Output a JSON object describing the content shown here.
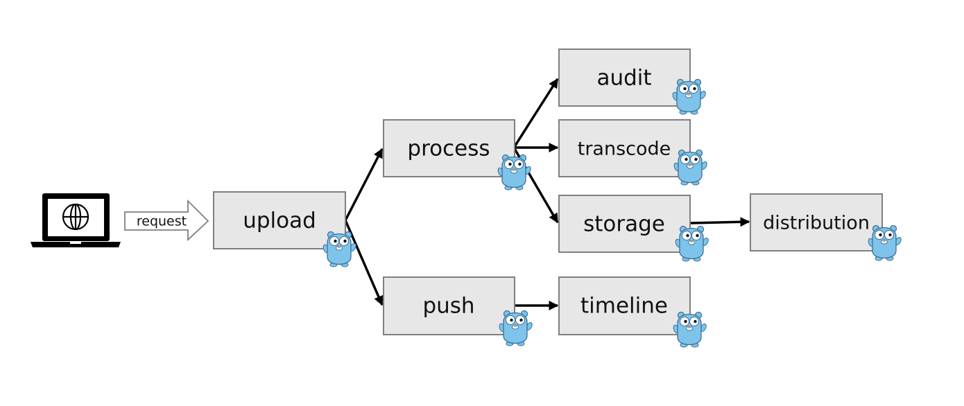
{
  "client": {
    "icon": "laptop-globe-icon"
  },
  "request": {
    "label": "request"
  },
  "nodes": {
    "upload": "upload",
    "process": "process",
    "push": "push",
    "audit": "audit",
    "transcode": "transcode",
    "storage": "storage",
    "timeline": "timeline",
    "distribution": "distribution"
  },
  "edges": [
    [
      "upload",
      "process"
    ],
    [
      "upload",
      "push"
    ],
    [
      "process",
      "audit"
    ],
    [
      "process",
      "transcode"
    ],
    [
      "process",
      "storage"
    ],
    [
      "storage",
      "distribution"
    ],
    [
      "push",
      "timeline"
    ]
  ],
  "mascot_icon": "go-gopher-icon",
  "colors": {
    "box_fill": "#e7e7e7",
    "box_border": "#7f7f7f",
    "arrow": "#000000",
    "gopher": "#7ec3ea"
  }
}
